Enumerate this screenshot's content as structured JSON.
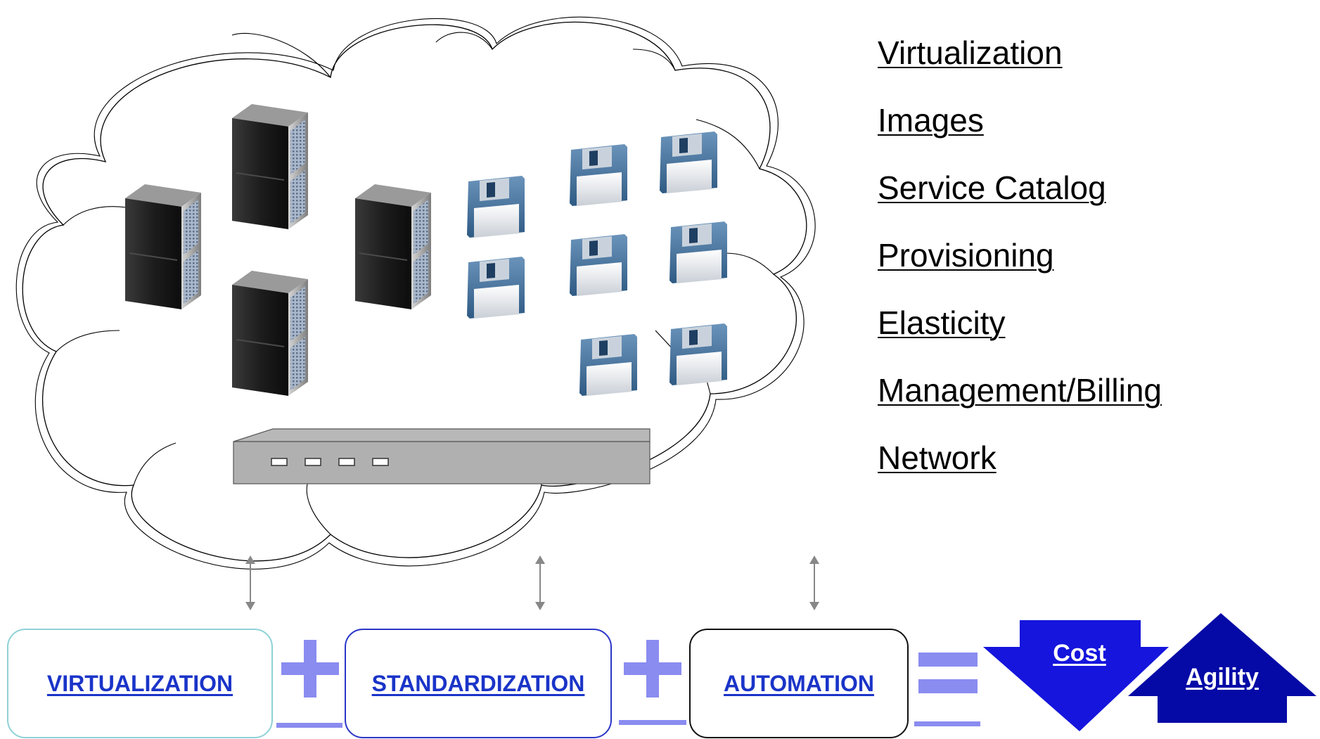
{
  "features": [
    "Virtualization",
    "Images",
    "Service Catalog",
    "Provisioning",
    "Elasticity",
    "Management/Billing",
    "Network"
  ],
  "equation": {
    "virtualization": "VIRTUALIZATION",
    "standardization": "STANDARDIZATION",
    "automation": "AUTOMATION"
  },
  "outcomes": {
    "cost": "Cost",
    "agility": "Agility"
  },
  "colors": {
    "plus_equals": "#8a8cf0",
    "cost_arrow": "#1515dd",
    "agility_arrow": "#050aa6",
    "box_text": "#1a34c8",
    "floppy": "#3f6e99"
  },
  "icons": [
    "server-tower-icon",
    "floppy-disk-icon",
    "network-switch-icon"
  ]
}
